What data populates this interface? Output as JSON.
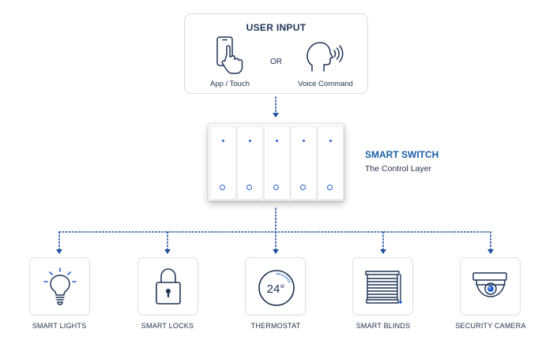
{
  "user_input": {
    "title": "USER INPUT",
    "options": [
      {
        "label": "App / Touch",
        "icon": "phone-touch-icon"
      },
      {
        "label": "Voice Command",
        "icon": "voice-command-icon"
      }
    ],
    "separator": "OR"
  },
  "smart_switch": {
    "title": "SMART SWITCH",
    "subtitle": "The Control Layer",
    "gang_count": 5
  },
  "devices": [
    {
      "label": "SMART LIGHTS",
      "icon": "light-bulb-icon"
    },
    {
      "label": "SMART LOCKS",
      "icon": "padlock-icon"
    },
    {
      "label": "THERMOSTAT",
      "icon": "thermostat-icon",
      "reading": "24°"
    },
    {
      "label": "SMART BLINDS",
      "icon": "blinds-icon"
    },
    {
      "label": "SECURITY CAMERA",
      "icon": "security-camera-icon"
    }
  ],
  "colors": {
    "accent": "#2a62d6",
    "connector": "#1f4fa0",
    "heading": "#1b5fa8",
    "text": "#1f2f4a",
    "icon_stroke": "#1f3556"
  }
}
